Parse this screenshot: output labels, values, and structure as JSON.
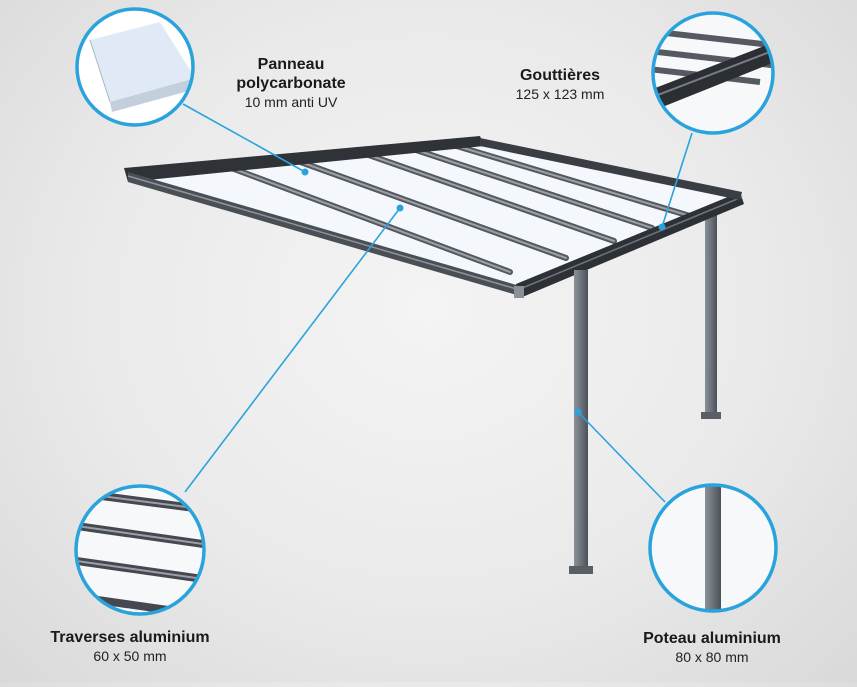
{
  "labels": {
    "panel": {
      "title_line1": "Panneau",
      "title_line2": "polycarbonate",
      "sub": "10 mm anti UV"
    },
    "gutter": {
      "title": "Gouttières",
      "sub": "125 x 123 mm"
    },
    "rails": {
      "title": "Traverses aluminium",
      "sub": "60 x 50 mm"
    },
    "post": {
      "title": "Poteau aluminium",
      "sub": "80 x 80 mm"
    }
  },
  "colors": {
    "callout": "#2aa3dd",
    "frame": "#3c4046",
    "frame_light": "#7a8088",
    "panel": "#f3f6fa"
  }
}
